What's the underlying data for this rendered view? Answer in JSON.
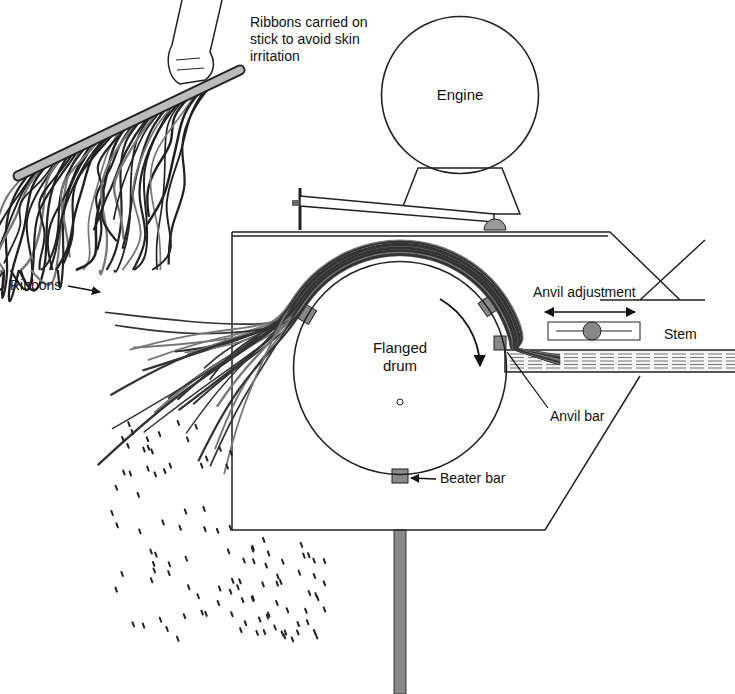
{
  "diagram": {
    "nodes": [
      {
        "text": [
          "Engine"
        ]
      },
      {
        "text": [
          "Flanged drum"
        ]
      }
    ],
    "labels": [
      "Ribbons carried on stick to avoid skin irritation",
      "Ribbons",
      "Anvil adjustment",
      "Stem",
      "Anvil bar",
      "Beater bar"
    ]
  }
}
